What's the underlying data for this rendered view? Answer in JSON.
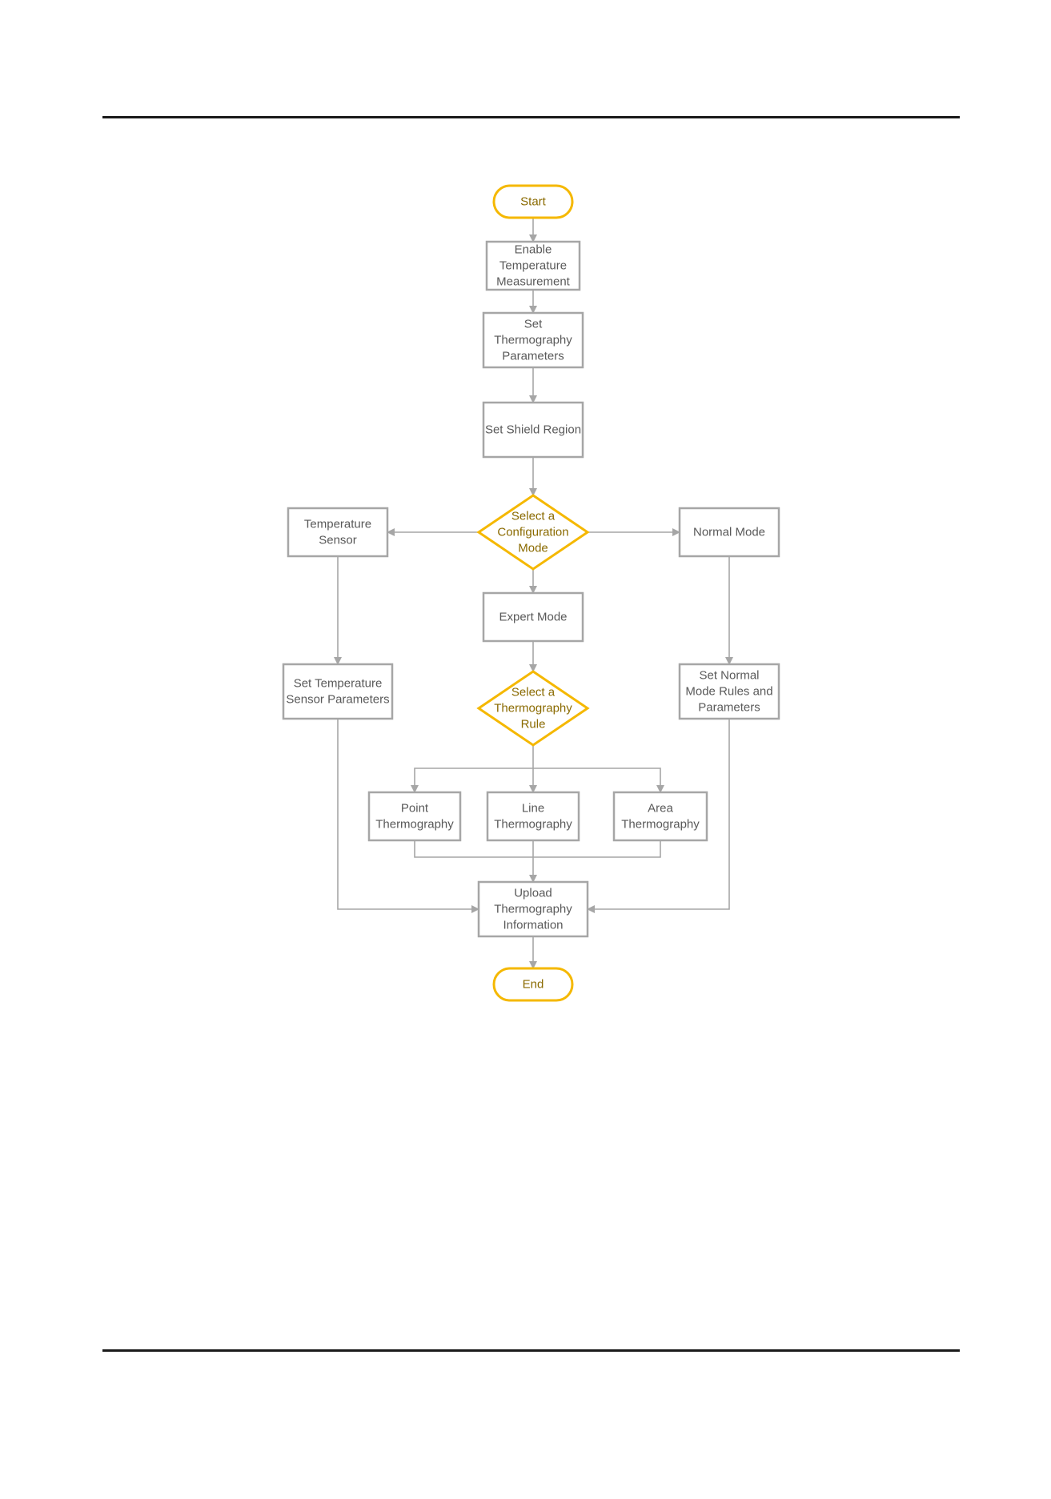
{
  "diagram": {
    "colors": {
      "process_stroke": "#a6a6a6",
      "process_text": "#595959",
      "decision_stroke": "#f5b800",
      "decision_text": "#8a6a00",
      "terminal_stroke": "#f5b800",
      "terminal_text": "#8a6a00",
      "connector": "#a6a6a6"
    },
    "nodes": {
      "start": {
        "type": "terminal",
        "lines": [
          "Start"
        ]
      },
      "enable_temp": {
        "type": "process",
        "lines": [
          "Enable",
          "Temperature",
          "Measurement"
        ]
      },
      "set_thermo_params": {
        "type": "process",
        "lines": [
          "Set",
          "Thermography",
          "Parameters"
        ]
      },
      "set_shield": {
        "type": "process",
        "lines": [
          "Set Shield Region"
        ]
      },
      "select_config_mode": {
        "type": "decision",
        "lines": [
          "Select a",
          "Configuration",
          "Mode"
        ]
      },
      "temp_sensor": {
        "type": "process",
        "lines": [
          "Temperature",
          "Sensor"
        ]
      },
      "normal_mode": {
        "type": "process",
        "lines": [
          "Normal Mode"
        ]
      },
      "expert_mode": {
        "type": "process",
        "lines": [
          "Expert Mode"
        ]
      },
      "set_temp_sensor_params": {
        "type": "process",
        "lines": [
          "Set Temperature",
          "Sensor Parameters"
        ]
      },
      "select_thermo_rule": {
        "type": "decision",
        "lines": [
          "Select a",
          "Thermography",
          "Rule"
        ]
      },
      "set_normal_rules": {
        "type": "process",
        "lines": [
          "Set Normal",
          "Mode Rules and",
          "Parameters"
        ]
      },
      "point_thermo": {
        "type": "process",
        "lines": [
          "Point",
          "Thermography"
        ]
      },
      "line_thermo": {
        "type": "process",
        "lines": [
          "Line",
          "Thermography"
        ]
      },
      "area_thermo": {
        "type": "process",
        "lines": [
          "Area",
          "Thermography"
        ]
      },
      "upload_info": {
        "type": "process",
        "lines": [
          "Upload",
          "Thermography",
          "Information"
        ]
      },
      "end": {
        "type": "terminal",
        "lines": [
          "End"
        ]
      }
    },
    "edges": [
      [
        "start",
        "enable_temp"
      ],
      [
        "enable_temp",
        "set_thermo_params"
      ],
      [
        "set_thermo_params",
        "set_shield"
      ],
      [
        "set_shield",
        "select_config_mode"
      ],
      [
        "select_config_mode",
        "temp_sensor"
      ],
      [
        "select_config_mode",
        "normal_mode"
      ],
      [
        "select_config_mode",
        "expert_mode"
      ],
      [
        "temp_sensor",
        "set_temp_sensor_params"
      ],
      [
        "normal_mode",
        "set_normal_rules"
      ],
      [
        "expert_mode",
        "select_thermo_rule"
      ],
      [
        "select_thermo_rule",
        "point_thermo"
      ],
      [
        "select_thermo_rule",
        "line_thermo"
      ],
      [
        "select_thermo_rule",
        "area_thermo"
      ],
      [
        "point_thermo",
        "upload_info"
      ],
      [
        "line_thermo",
        "upload_info"
      ],
      [
        "area_thermo",
        "upload_info"
      ],
      [
        "set_temp_sensor_params",
        "upload_info"
      ],
      [
        "set_normal_rules",
        "upload_info"
      ],
      [
        "upload_info",
        "end"
      ]
    ]
  }
}
